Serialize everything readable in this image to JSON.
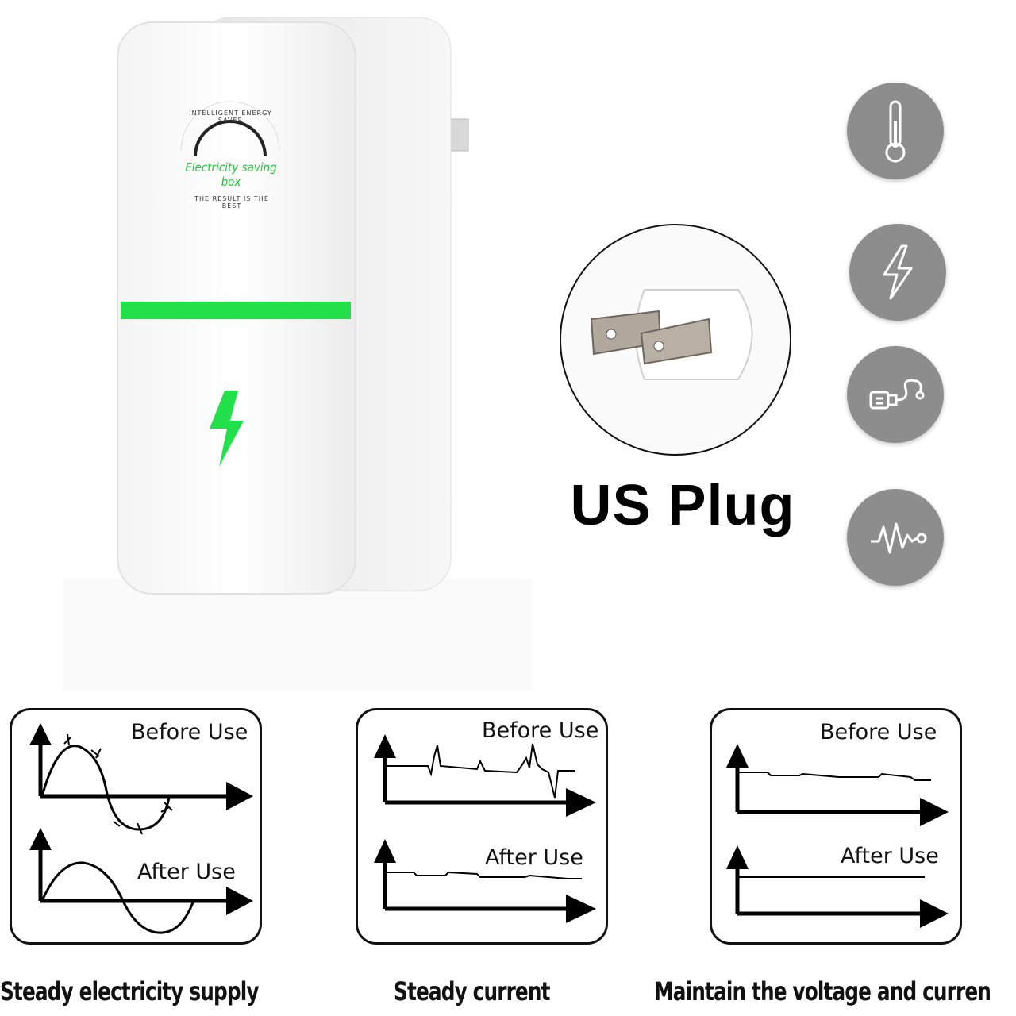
{
  "product": {
    "badge_top_text": "INTELLIGENT ENERGY SAVER",
    "badge_main_text": "Electricity saving box",
    "badge_bottom_text": "THE RESULT IS THE BEST",
    "indicator_color": "#22e04a"
  },
  "plug": {
    "title": "US Plug"
  },
  "feature_icons": [
    "thermometer-icon",
    "lightning-icon",
    "plug-cable-icon",
    "waveform-icon"
  ],
  "panels": [
    {
      "before_label": "Before Use",
      "after_label": "After Use",
      "caption": "Steady electricity supply"
    },
    {
      "before_label": "Before Use",
      "after_label": "After Use",
      "caption": "Steady current"
    },
    {
      "before_label": "Before Use",
      "after_label": "After Use",
      "caption": "Maintain the voltage and curren"
    }
  ]
}
